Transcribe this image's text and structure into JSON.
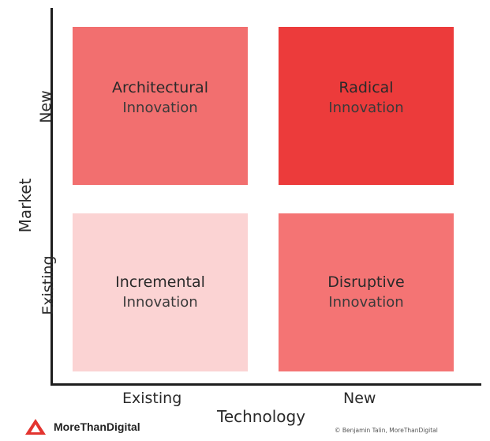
{
  "quadrants": {
    "architectural": {
      "line1": "Architectural",
      "line2": "Innovation",
      "color": "#f26f6f"
    },
    "radical": {
      "line1": "Radical",
      "line2": "Innovation",
      "color": "#ec3b3b"
    },
    "incremental": {
      "line1": "Incremental",
      "line2": "Innovation",
      "color": "#fbd3d3"
    },
    "disruptive": {
      "line1": "Disruptive",
      "line2": "Innovation",
      "color": "#f47474"
    }
  },
  "y_axis": {
    "title": "Market",
    "top_label": "New",
    "bottom_label": "Existing"
  },
  "x_axis": {
    "title": "Technology",
    "left_label": "Existing",
    "right_label": "New"
  },
  "brand": {
    "name": "MoreThanDigital",
    "logo_icon": "morethandigital-logo-icon",
    "logo_color": "#e3342f"
  },
  "credit": "© Benjamin Talin, MoreThanDigital"
}
